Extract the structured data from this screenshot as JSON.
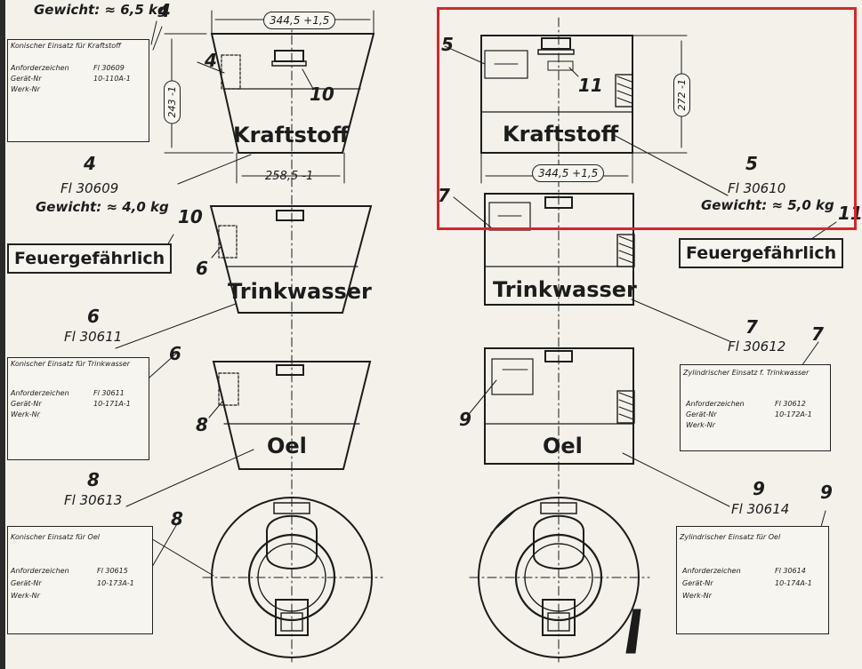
{
  "header": {
    "weight_top": "Gewicht: ≈ 6,5 kg",
    "ref_top": "4"
  },
  "can4": {
    "label": "Kraftstoff",
    "num": "4",
    "part": "Fl 30609",
    "weight": "Gewicht: ≈ 4,0 kg",
    "dim_top": "344,5 +1,5",
    "dim_bottom": "258,5 -1",
    "dim_height": "243 -1",
    "ref_a": "4",
    "ref_b": "10"
  },
  "can5": {
    "label": "Kraftstoff",
    "num": "5",
    "part": "Fl 30610",
    "weight": "Gewicht: ≈ 5,0 kg",
    "dim_bottom": "344,5 +1,5",
    "dim_height": "272 -1",
    "ref_a": "5",
    "ref_b": "11"
  },
  "can6": {
    "label": "Trinkwasser",
    "num": "6",
    "part": "Fl 30611",
    "ref_a": "6",
    "ref_b": "6"
  },
  "can7": {
    "label": "Trinkwasser",
    "num": "7",
    "part": "Fl 30612",
    "ref_a": "7",
    "ref_b": "7"
  },
  "can8": {
    "label": "Oel",
    "num": "8",
    "part": "Fl 30613",
    "ref_a": "8",
    "ref_b": "8"
  },
  "can9": {
    "label": "Oel",
    "num": "9",
    "part": "Fl 30614",
    "ref_a": "9",
    "ref_b": "9"
  },
  "warn_left": {
    "text": "Feuergefährlich",
    "ref": "10"
  },
  "warn_right": {
    "text": "Feuergefährlich",
    "ref": "11"
  },
  "plates": {
    "p4": {
      "title": "Konischer Einsatz für Kraftstoff",
      "r1k": "Anforderzeichen",
      "r1v": "Fl 30609",
      "r2k": "Gerät-Nr",
      "r2v": "10-110A-1",
      "r3k": "Werk-Nr",
      "r3v": ""
    },
    "p6": {
      "title": "Konischer Einsatz für Trinkwasser",
      "r1k": "Anforderzeichen",
      "r1v": "Fl 30611",
      "r2k": "Gerät-Nr",
      "r2v": "10-171A-1",
      "r3k": "Werk-Nr",
      "r3v": ""
    },
    "p7": {
      "title": "Zylindrischer Einsatz f. Trinkwasser",
      "r1k": "Anforderzeichen",
      "r1v": "Fl 30612",
      "r2k": "Gerät-Nr",
      "r2v": "10-172A-1",
      "r3k": "Werk-Nr",
      "r3v": ""
    },
    "p8": {
      "title": "Konischer Einsatz für Oel",
      "r1k": "Anforderzeichen",
      "r1v": "Fl 30615",
      "r2k": "Gerät-Nr",
      "r2v": "10-173A-1",
      "r3k": "Werk-Nr",
      "r3v": ""
    },
    "p9": {
      "title": "Zylindrischer Einsatz für Oel",
      "r1k": "Anforderzeichen",
      "r1v": "Fl 30614",
      "r2k": "Gerät-Nr",
      "r2v": "10-174A-1",
      "r3k": "Werk-Nr",
      "r3v": ""
    }
  },
  "colors": {
    "ink": "#1c1c1c",
    "paper": "#f3f1ea",
    "highlight": "#d9252b"
  }
}
